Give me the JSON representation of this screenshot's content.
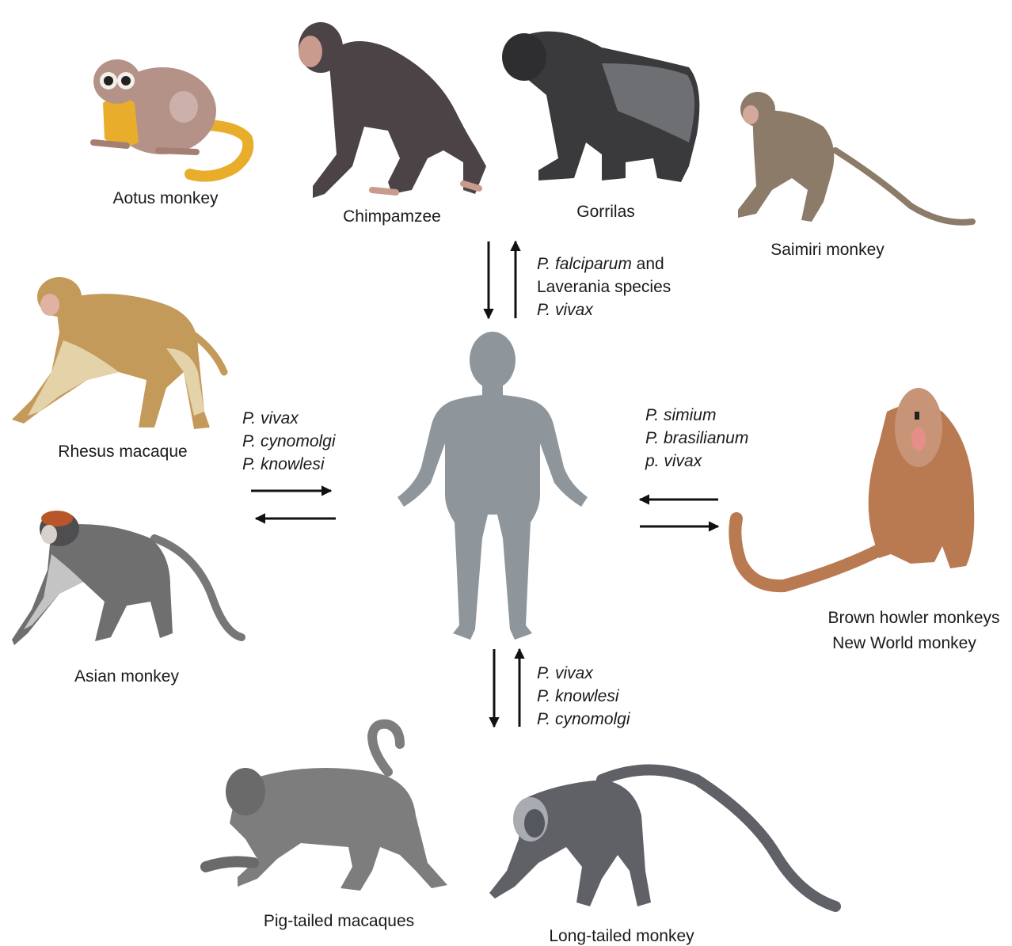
{
  "animals": {
    "aotus": "Aotus monkey",
    "chimpanzee": "Chimpamzee",
    "gorilla": "Gorrilas",
    "saimiri": "Saimiri monkey",
    "rhesus": "Rhesus macaque",
    "asian": "Asian monkey",
    "howler_line1": "Brown howler monkeys",
    "howler_line2": "New World monkey",
    "pigtailed": "Pig-tailed macaques",
    "longtailed": "Long-tailed monkey"
  },
  "transmission": {
    "top": {
      "species1": "P. falciparum",
      "connector": " and",
      "species2": "Laverania species",
      "species3": "P. vivax"
    },
    "left": [
      "P. vivax",
      "P. cynomolgi",
      "P. knowlesi"
    ],
    "right": [
      "P. simium",
      "P. brasilianum",
      "p. vivax"
    ],
    "bottom": [
      "P. vivax",
      "P. knowlesi",
      "P. cynomolgi"
    ]
  },
  "colors": {
    "human": "#8e959b",
    "arrow": "#111111"
  }
}
